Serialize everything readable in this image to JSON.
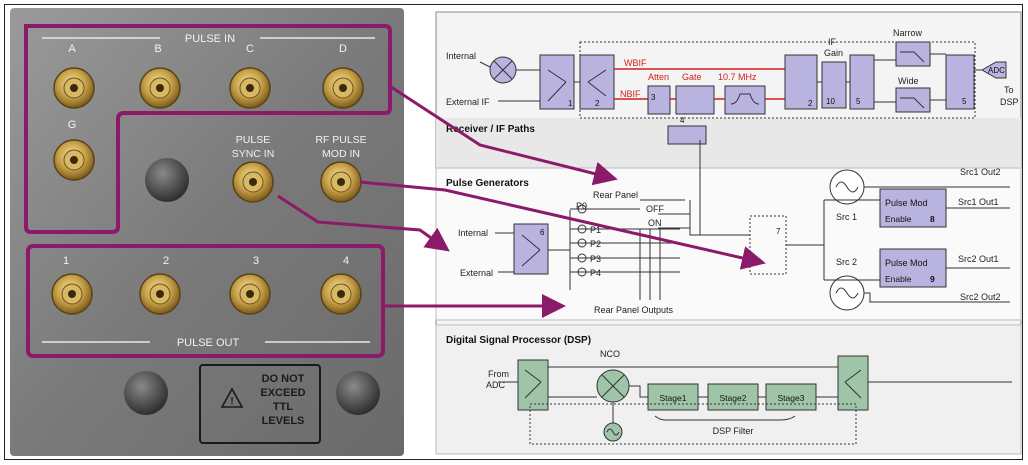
{
  "panel": {
    "pulse_in_label": "PULSE IN",
    "pulse_in_ports": [
      "A",
      "B",
      "C",
      "D",
      "G"
    ],
    "pulse_sync_in": [
      "PULSE",
      "SYNC IN"
    ],
    "rf_pulse_mod_in": [
      "RF PULSE",
      "MOD IN"
    ],
    "pulse_out_label": "PULSE OUT",
    "pulse_out_ports": [
      "1",
      "2",
      "3",
      "4"
    ],
    "warning": [
      "DO NOT",
      "EXCEED",
      "TTL",
      "LEVELS"
    ]
  },
  "diagram": {
    "receiver": {
      "title": "Receiver / IF Paths",
      "internal": "Internal",
      "external_if": "External IF",
      "wbif": "WBIF",
      "nbif": "NBIF",
      "atten": "Atten",
      "gate": "Gate",
      "freq": "10.7 MHz",
      "if_gain": [
        "IF",
        "Gain"
      ],
      "narrow": "Narrow",
      "wide": "Wide",
      "adc": "ADC",
      "to_dsp": [
        "To",
        "DSP"
      ],
      "switch_nums": [
        "1",
        "2",
        "3",
        "2",
        "10",
        "5",
        "5",
        "4"
      ]
    },
    "pulse": {
      "title": "Pulse Generators",
      "rear_panel": "Rear Panel",
      "off": "OFF",
      "on": "ON",
      "p_labels": [
        "P0",
        "P1",
        "P2",
        "P3",
        "P4"
      ],
      "internal": "Internal",
      "external": "External",
      "switch6": "6",
      "switch7": "7",
      "rear_outputs": "Rear Panel Outputs",
      "src1": "Src 1",
      "src2": "Src 2",
      "mod1": [
        "Pulse Mod",
        "Enable",
        "8"
      ],
      "mod2": [
        "Pulse Mod",
        "Enable",
        "9"
      ],
      "src1_out2": "Src1 Out2",
      "src1_out1": "Src1 Out1",
      "src2_out1": "Src2 Out1",
      "src2_out2": "Src2 Out2"
    },
    "dsp": {
      "title": "Digital Signal Processor (DSP)",
      "from_adc": [
        "From",
        "ADC"
      ],
      "nco": "NCO",
      "stages": [
        "Stage1",
        "Stage2",
        "Stage3"
      ],
      "filter": "DSP Filter"
    }
  },
  "colors": {
    "panel": "#7e7e7e",
    "callout": "#8c1a6a",
    "block": "#b9b3df",
    "dsp_block": "#9fc4a8",
    "red_path": "#d02020"
  }
}
